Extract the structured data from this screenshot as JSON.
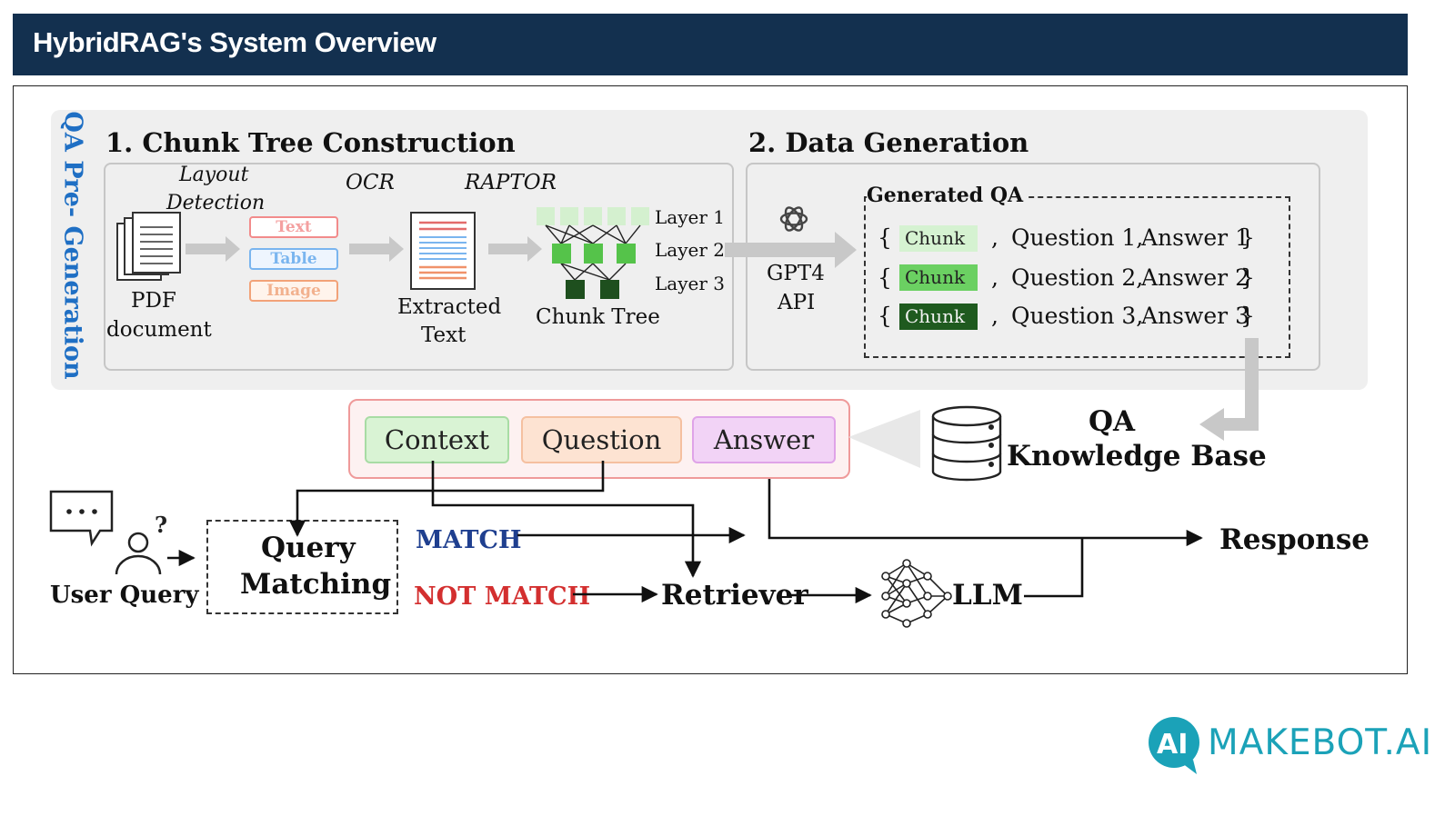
{
  "header": {
    "title": "HybridRAG's System Overview"
  },
  "side_label": "QA Pre- Generation",
  "section1": {
    "title": "1. Chunk Tree Construction",
    "layout_detection": [
      "Layout",
      "Detection"
    ],
    "ocr": "OCR",
    "raptor": "RAPTOR",
    "pdf_label": [
      "PDF",
      "document"
    ],
    "pills": [
      "Text",
      "Table",
      "Image"
    ],
    "extracted": [
      "Extracted",
      "Text"
    ],
    "chunk_tree": "Chunk Tree",
    "layers": [
      "Layer 1",
      "Layer 2",
      "Layer 3"
    ]
  },
  "section2": {
    "title": "2. Data Generation",
    "gpt": [
      "GPT4",
      "API"
    ],
    "generated_qa": "Generated QA",
    "rows": [
      {
        "chunk": "Chunk",
        "question": "Question 1,",
        "answer": "Answer 1"
      },
      {
        "chunk": "Chunk",
        "question": "Question 2,",
        "answer": "Answer 2"
      },
      {
        "chunk": "Chunk",
        "question": "Question 3,",
        "answer": "Answer 3"
      }
    ]
  },
  "kb": {
    "label": [
      "QA",
      "Knowledge Base"
    ]
  },
  "cqa": {
    "context": "Context",
    "question": "Question",
    "answer": "Answer"
  },
  "flow": {
    "user_query": "User Query",
    "query_matching": [
      "Query",
      "Matching"
    ],
    "match": "MATCH",
    "not_match": "NOT MATCH",
    "retriever": "Retriever",
    "llm": "LLM",
    "response": "Response"
  },
  "logo": {
    "text": "MAKEBOT.AI"
  },
  "colors": {
    "header_bg": "#13304f",
    "side_label": "#1f6fc4",
    "match": "#1f3f8f",
    "not_match": "#d32f2f",
    "logo": "#1ba2b8"
  }
}
